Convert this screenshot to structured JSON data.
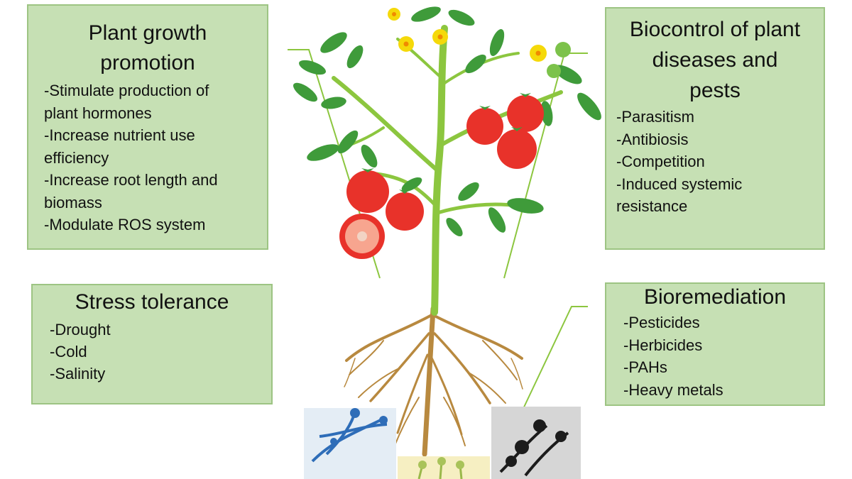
{
  "boxes": {
    "growth": {
      "title_line1": "Plant growth",
      "title_line2": "promotion",
      "items": [
        "-Stimulate production of",
        "plant hormones",
        "-Increase nutrient use",
        "efficiency",
        "-Increase root length and",
        "biomass",
        "-Modulate ROS system"
      ]
    },
    "biocontrol": {
      "title_line1": "Biocontrol of plant",
      "title_line2": "diseases and",
      "title_line3": "pests",
      "items": [
        "-Parasitism",
        "-Antibiosis",
        "-Competition",
        "-Induced systemic",
        "resistance"
      ]
    },
    "stress": {
      "title": "Stress tolerance",
      "items": [
        "-Drought",
        "-Cold",
        "-Salinity"
      ]
    },
    "bioremediation": {
      "title": "Bioremediation",
      "items": [
        "-Pesticides",
        "-Herbicides",
        "-PAHs",
        "-Heavy metals"
      ]
    }
  },
  "colors": {
    "box_fill": "#c6e0b4",
    "box_border": "#9dc483",
    "stem": "#8cc63f",
    "leaf": "#3f9b3a",
    "tomato": "#e8322a",
    "flower": "#f5d90a",
    "root": "#b8893f",
    "connector": "#8cc63f"
  }
}
